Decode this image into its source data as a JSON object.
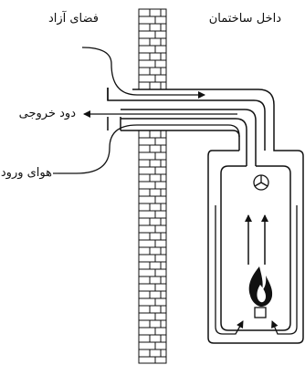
{
  "labels": {
    "outside": "فضای آزاد",
    "inside": "داخل ساختمان",
    "exhaust": "دود خروجی",
    "intake": "هوای ورودی"
  },
  "colors": {
    "stroke": "#111111",
    "background": "#ffffff"
  }
}
